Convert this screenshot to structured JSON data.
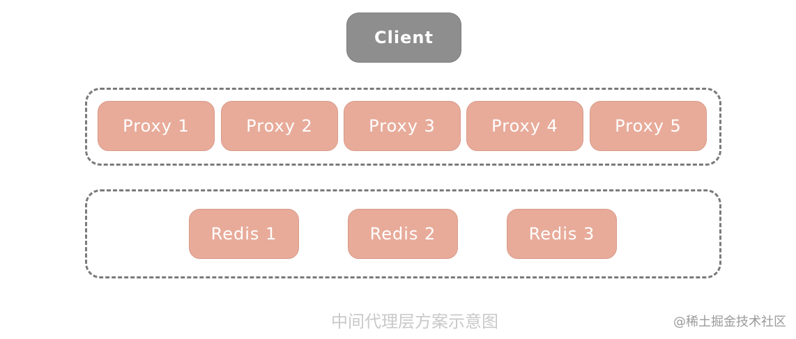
{
  "client": {
    "label": "Client"
  },
  "proxies": [
    {
      "label": "Proxy 1"
    },
    {
      "label": "Proxy 2"
    },
    {
      "label": "Proxy 3"
    },
    {
      "label": "Proxy 4"
    },
    {
      "label": "Proxy 5"
    }
  ],
  "redis": [
    {
      "label": "Redis 1"
    },
    {
      "label": "Redis 2"
    },
    {
      "label": "Redis 3"
    }
  ],
  "caption": "中间代理层方案示意图",
  "watermark": "@稀土掘金技术社区",
  "colors": {
    "client_fill": "#8e8e8e",
    "node_fill": "#e8ab9a",
    "group_border": "#7a7a7a",
    "caption_text": "#c9c9c9"
  }
}
